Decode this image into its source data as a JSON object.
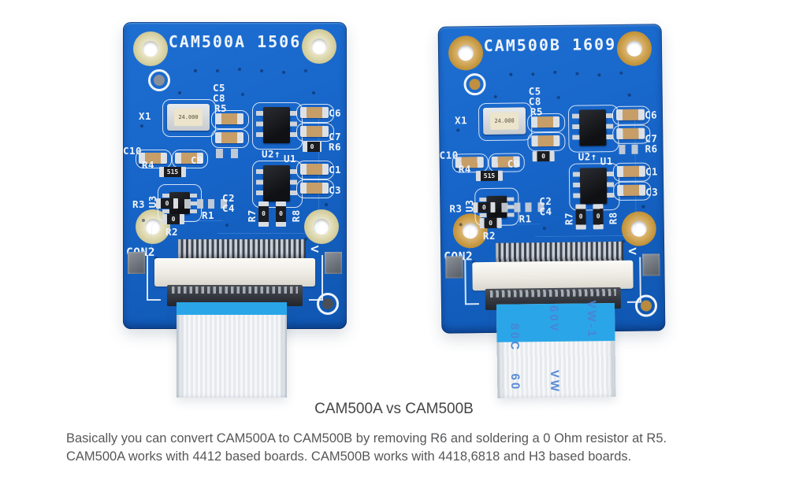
{
  "photo": {
    "boards": [
      {
        "title": "CAM500A 1506",
        "r5_populated": false,
        "r6_populated": true,
        "cable_markings": []
      },
      {
        "title": "CAM500B 1609",
        "r5_populated": true,
        "r6_populated": false,
        "cable_markings": [
          "80C",
          "60V",
          "VW-1",
          "60",
          "VW"
        ]
      }
    ],
    "silkscreen": {
      "x1": "X1",
      "c5": "C5",
      "c8": "C8",
      "r5": "R5",
      "c10": "C10",
      "r4": "R4",
      "c9": "C9",
      "u1": "U1",
      "u2": "U2",
      "u3": "U3",
      "c6": "C6",
      "c7": "C7",
      "r6": "R6",
      "c1": "C1",
      "c3": "C3",
      "c2": "C2",
      "c4": "C4",
      "r3": "R3",
      "r1": "R1",
      "r2": "R2",
      "r7": "R7",
      "r8": "R8",
      "con2": "CON2",
      "pin1_mark": "<",
      "u1_arrow": "↑"
    },
    "part_markings": {
      "crystal": "24.000",
      "zero_ohm": "0",
      "r4_code": "515"
    }
  },
  "caption": {
    "title": "CAM500A vs CAM500B",
    "body": "Basically you can convert CAM500A to CAM500B by removing R6 and soldering a 0 Ohm resistor at R5. CAM500A works with 4412 based boards. CAM500B works with 4418,6818 and H3 based boards."
  },
  "colors": {
    "board-blue": "#1765c9",
    "silk": "#eef4fb",
    "hole-tan": "#d5cfa0",
    "hole-gold": "#c5973f",
    "cable-blue": "#2aa6e8",
    "cable-print-blue": "#4c82d4",
    "caption-title": "#454548",
    "caption-text": "#565759"
  }
}
